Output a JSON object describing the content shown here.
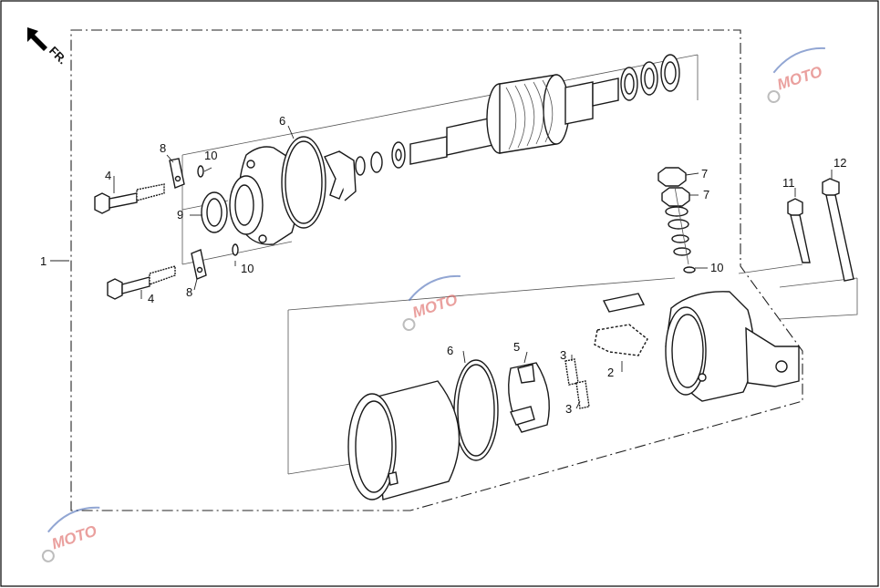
{
  "diagram": {
    "direction_label": "FR.",
    "callouts": [
      {
        "id": "c1",
        "text": "1"
      },
      {
        "id": "c2",
        "text": "2"
      },
      {
        "id": "c3a",
        "text": "3"
      },
      {
        "id": "c3b",
        "text": "3"
      },
      {
        "id": "c4a",
        "text": "4"
      },
      {
        "id": "c4b",
        "text": "4"
      },
      {
        "id": "c5",
        "text": "5"
      },
      {
        "id": "c6a",
        "text": "6"
      },
      {
        "id": "c6b",
        "text": "6"
      },
      {
        "id": "c7a",
        "text": "7"
      },
      {
        "id": "c7b",
        "text": "7"
      },
      {
        "id": "c8a",
        "text": "8"
      },
      {
        "id": "c8b",
        "text": "8"
      },
      {
        "id": "c9",
        "text": "9"
      },
      {
        "id": "c10a",
        "text": "10"
      },
      {
        "id": "c10b",
        "text": "10"
      },
      {
        "id": "c10c",
        "text": "10"
      },
      {
        "id": "c11",
        "text": "11"
      },
      {
        "id": "c12",
        "text": "12"
      }
    ],
    "watermark": {
      "text": "MOTO",
      "colors": {
        "primary": "#d9534f",
        "secondary": "#3a5fb0",
        "gear": "#888888"
      }
    }
  }
}
